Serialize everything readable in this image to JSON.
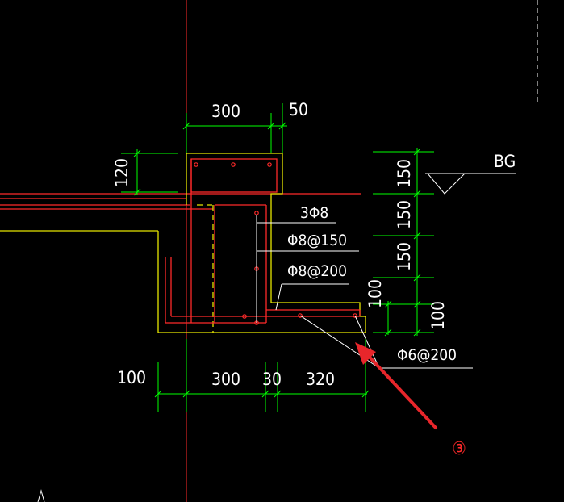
{
  "drawing": {
    "dimensions": {
      "top_width": "300",
      "top_offset": "50",
      "top_height": "120",
      "right_h1": "150",
      "right_h2": "150",
      "right_h3": "150",
      "right_h4": "100",
      "inner_h": "100",
      "bottom_left": "100",
      "bottom_w1": "300",
      "bottom_w2": "30",
      "bottom_w3": "320"
    },
    "labels": {
      "bg": "BG",
      "rebar_main": "3Φ8",
      "stirrup_1": "Φ8@150",
      "stirrup_2": "Φ8@200",
      "slab_rebar": "Φ6@200",
      "marker": "③"
    },
    "colors": {
      "background": "#000000",
      "outline": "#e6e600",
      "rebar": "#ff2a2a",
      "dimension": "#00ff00",
      "leader": "#ffffff",
      "arrow": "#e8262b"
    }
  }
}
